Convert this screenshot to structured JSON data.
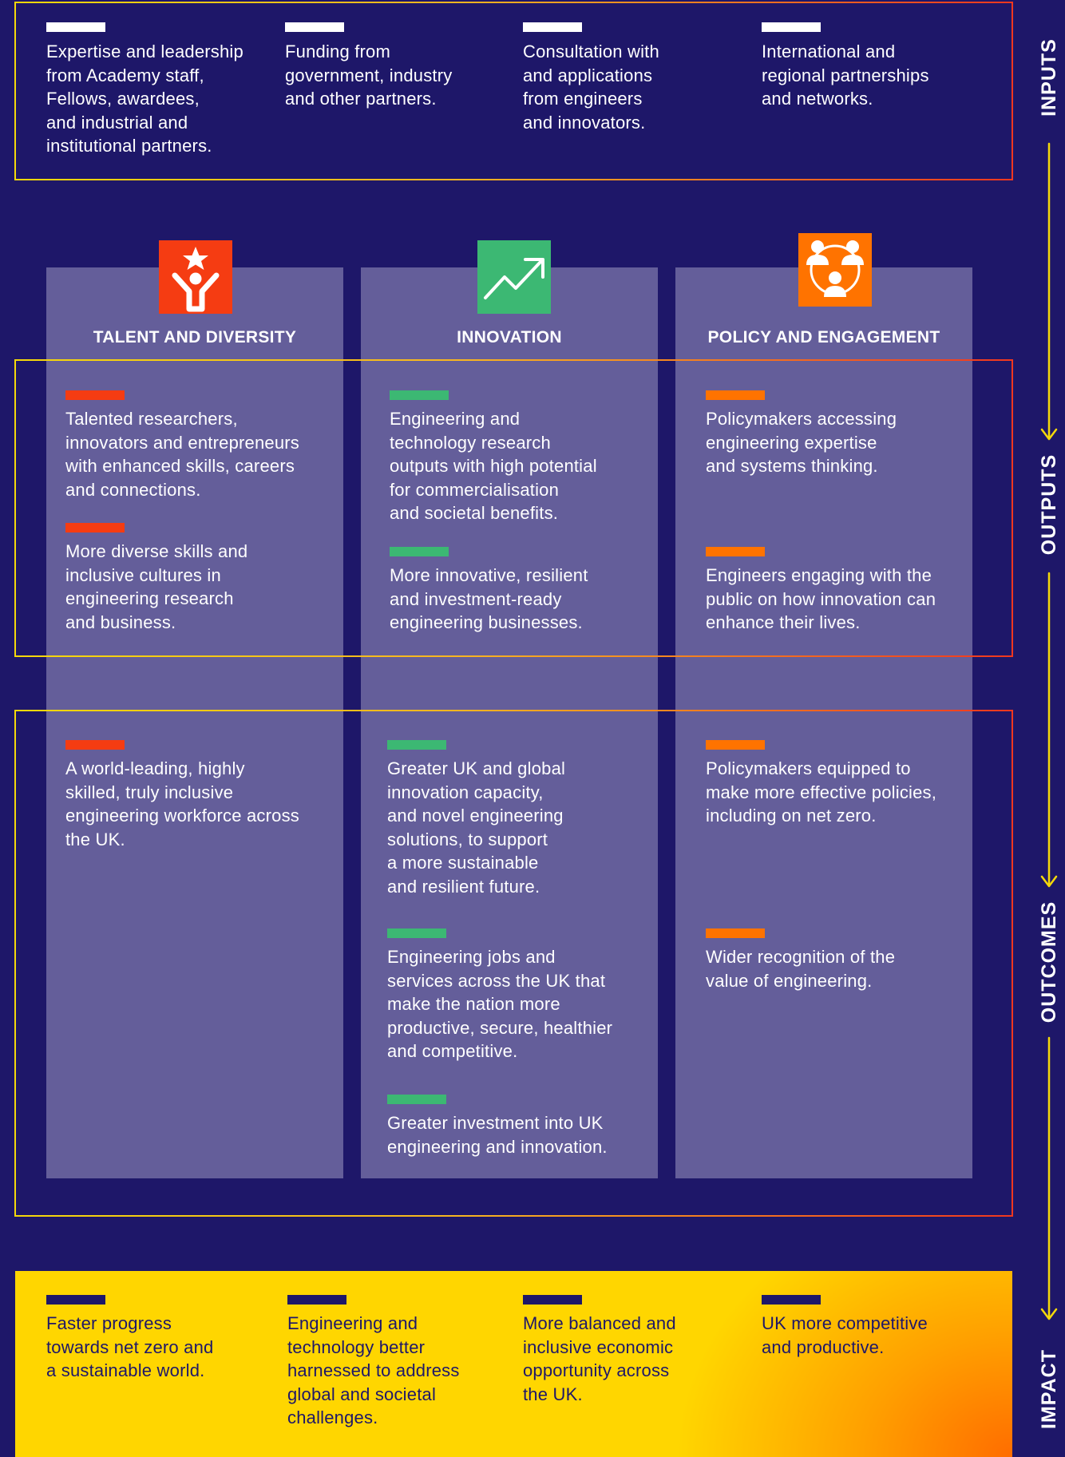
{
  "colors": {
    "background": "#1e1769",
    "panel": "#645e9a",
    "talent": "#f53c12",
    "innovation": "#3cb873",
    "policy": "#ff7300",
    "impact": "#ffd600",
    "side_line": "#f5d90a"
  },
  "inputs": [
    "Expertise and leadership\nfrom Academy staff,\nFellows, awardees,\nand industrial and\ninstitutional partners.",
    "Funding from\ngovernment, industry\nand other partners.",
    "Consultation with\nand applications\nfrom engineers\nand innovators.",
    "International and\nregional partnerships\nand networks."
  ],
  "columns": [
    {
      "title": "TALENT AND DIVERSITY",
      "icon": "person-star-icon"
    },
    {
      "title": "INNOVATION",
      "icon": "trend-up-icon"
    },
    {
      "title": "POLICY AND ENGAGEMENT",
      "icon": "people-network-icon"
    }
  ],
  "outputs": {
    "talent": [
      "Talented researchers,\ninnovators and entrepreneurs\nwith enhanced skills, careers\nand connections.",
      "More diverse skills and\ninclusive cultures in\nengineering research\nand business."
    ],
    "innovation": [
      "Engineering and\ntechnology research\noutputs with high potential\nfor commercialisation\nand societal benefits.",
      "More innovative, resilient\nand investment-ready\nengineering businesses."
    ],
    "policy": [
      "Policymakers accessing\nengineering expertise\nand systems thinking.",
      "Engineers engaging with the\npublic on how innovation can\nenhance their lives."
    ]
  },
  "outcomes": {
    "talent": [
      "A world-leading, highly\nskilled, truly inclusive\nengineering workforce across\nthe UK."
    ],
    "innovation": [
      "Greater UK and global\ninnovation capacity,\nand novel engineering\nsolutions, to support\na more sustainable\nand resilient future.",
      "Engineering jobs and\nservices across the UK that\nmake the nation more\nproductive, secure, healthier\nand competitive.",
      "Greater investment into UK\nengineering and innovation."
    ],
    "policy": [
      "Policymakers equipped to\nmake more effective policies,\nincluding on net zero.",
      "Wider recognition of the\nvalue of engineering."
    ]
  },
  "impact": [
    "Faster progress\ntowards net zero and\na sustainable world.",
    "Engineering and\ntechnology better\nharnessed to address\nglobal and societal\nchallenges.",
    "More balanced and\ninclusive economic\nopportunity across\nthe UK.",
    "UK more competitive\nand productive."
  ],
  "side_labels": [
    "INPUTS",
    "OUTPUTS",
    "OUTCOMES",
    "IMPACT"
  ]
}
